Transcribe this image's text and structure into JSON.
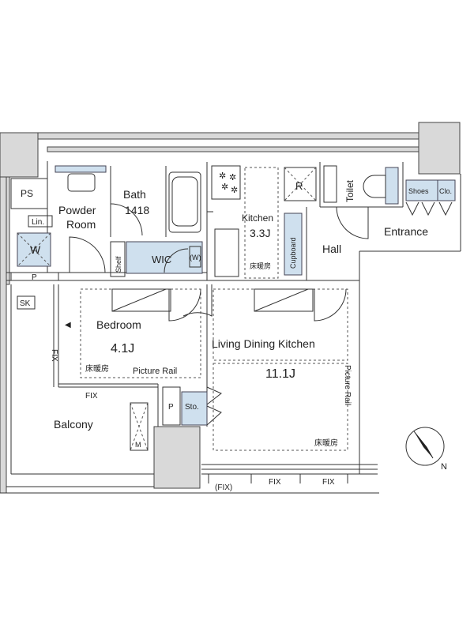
{
  "labels": {
    "ps": "PS",
    "bath": "Bath",
    "bath_size": "1418",
    "powder_room_line1": "Powder",
    "powder_room_line2": "Room",
    "linen": "Lin.",
    "washer": "W",
    "kitchen": "Kitchen",
    "kitchen_size": "3.3J",
    "fridge": "R",
    "toilet": "Toilet",
    "shoes": "Shoes",
    "closet": "Clo.",
    "entrance": "Entrance",
    "hall": "Hall",
    "cupboard": "Cupboard",
    "shelf": "Shelf",
    "wic": "WIC",
    "wic_w": "(W)",
    "floor_heating_kitchen": "床暖房",
    "p_top": "P",
    "sk": "SK",
    "bedroom": "Bedroom",
    "bedroom_size": "4.1J",
    "floor_heating_bedroom": "床暖房",
    "picture_rail_bedroom": "Picture Rail",
    "ldk": "Living Dining Kitchen",
    "ldk_size": "11.1J",
    "picture_rail_ldk": "Picture Rail",
    "floor_heating_ldk": "床暖房",
    "fix_vertical": "FIX",
    "fix_bedroom": "FIX",
    "p_storage": "P",
    "storage": "Sto.",
    "balcony": "Balcony",
    "meter": "M",
    "fix_paren": "(FIX)",
    "fix_1": "FIX",
    "fix_2": "FIX",
    "north": "N"
  },
  "colors": {
    "accent_fill": "#cfe0ee",
    "wall_fill": "#d9d9d9",
    "line": "#333333"
  },
  "icons": [
    "compass-north-icon",
    "door-swing-icon",
    "stove-burner-icon",
    "arrow-left-icon"
  ]
}
